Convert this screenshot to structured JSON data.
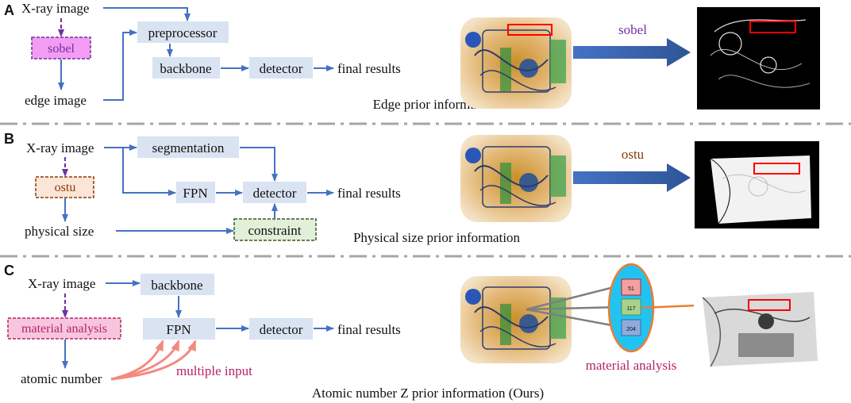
{
  "panels": {
    "a": {
      "letter": "A",
      "input": "X-ray image",
      "op": "sobel",
      "derived": "edge image",
      "preprocessor": "preprocessor",
      "backbone": "backbone",
      "detector": "detector",
      "result": "final results",
      "caption": "Edge prior information",
      "transform_label": "sobel"
    },
    "b": {
      "letter": "B",
      "input": "X-ray image",
      "op": "ostu",
      "derived": "physical size",
      "segmentation": "segmentation",
      "fpn": "FPN",
      "detector": "detector",
      "constraint": "constraint",
      "result": "final results",
      "caption": "Physical size prior information",
      "transform_label": "ostu"
    },
    "c": {
      "letter": "C",
      "input": "X-ray image",
      "op": "material analysis",
      "derived": "atomic number",
      "backbone": "backbone",
      "fpn": "FPN",
      "detector": "detector",
      "result": "final results",
      "multi": "multiple input",
      "caption": "Atomic number Z prior information (Ours)",
      "material_label": "material analysis",
      "z_values": [
        "51",
        "117",
        "204"
      ]
    }
  },
  "colors": {
    "arrow": "#4472c4",
    "node_fill": "#d9e3f1",
    "sobel_fill": "#f39cf3",
    "ostu_fill": "#fbe5d6",
    "constraint_fill": "#e2f0d9",
    "material_fill": "#f8c6dc",
    "dashed_op": "#7030a0",
    "highlight_box": "#ff0000",
    "multi_arrow": "#f4897f",
    "material_text": "#b4236d",
    "ellipse_fill": "#22c3f0",
    "ellipse_stroke": "#ed7d31"
  }
}
